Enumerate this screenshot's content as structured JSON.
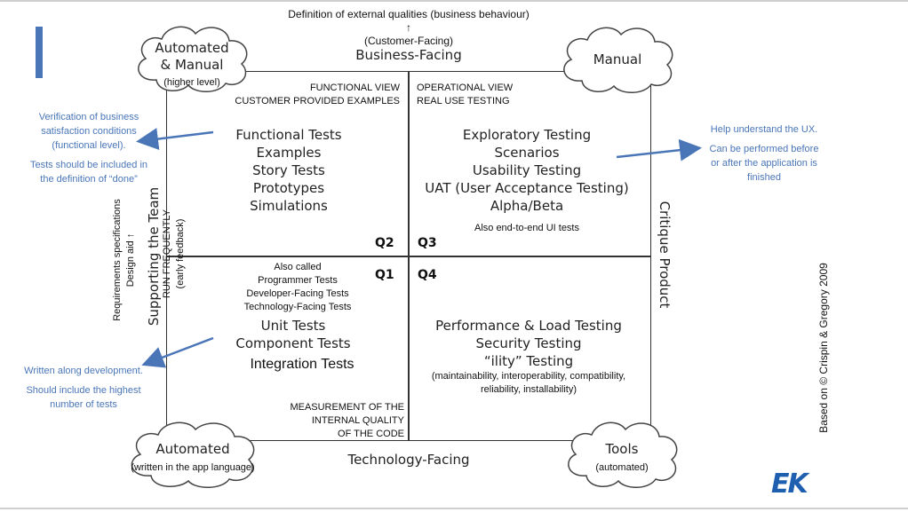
{
  "header": {
    "definition": "Definition of external qualities (business behaviour)",
    "arrow": "↑",
    "customer_facing": "(Customer-Facing)",
    "business_facing": "Business-Facing"
  },
  "clouds": {
    "top_left": {
      "title_line1": "Automated",
      "title_line2": "& Manual",
      "sub": "(higher level)"
    },
    "top_right": {
      "title": "Manual"
    },
    "bottom_left": {
      "title": "Automated",
      "sub": "(written in the app language)"
    },
    "bottom_right": {
      "title": "Tools",
      "sub": "(automated)"
    }
  },
  "q2": {
    "view_line1": "FUNCTIONAL VIEW",
    "view_line2": "CUSTOMER PROVIDED EXAMPLES",
    "items": [
      "Functional Tests",
      "Examples",
      "Story Tests",
      "Prototypes",
      "Simulations"
    ],
    "label": "Q2"
  },
  "q3": {
    "view_line1": "OPERATIONAL VIEW",
    "view_line2": "REAL USE TESTING",
    "items": [
      "Exploratory Testing",
      "Scenarios",
      "Usability Testing",
      "UAT (User Acceptance Testing)",
      "Alpha/Beta"
    ],
    "note": "Also end-to-end UI tests",
    "label": "Q3"
  },
  "q1": {
    "label": "Q1",
    "also_called": [
      "Also called",
      "Programmer Tests",
      "Developer-Facing Tests",
      "Technology-Facing Tests"
    ],
    "items": [
      "Unit Tests",
      "Component Tests"
    ],
    "integration": "Integration Tests",
    "measurement": [
      "MEASUREMENT OF THE",
      "INTERNAL QUALITY",
      "OF THE CODE"
    ]
  },
  "q4": {
    "label": "Q4",
    "items": [
      "Performance & Load Testing",
      "Security Testing",
      "“ility” Testing"
    ],
    "details": [
      "(maintainability, interoperability, compatibility,",
      "reliability, installability)"
    ]
  },
  "axes": {
    "supporting": "Supporting the Team",
    "critique": "Critique Product",
    "technology_facing": "Technology-Facing",
    "run_frequently": "RUN FREQUENTLY",
    "early_feedback": "(early feedback)",
    "requirements": "Requirements specifications",
    "design_aid": "Design aid",
    "side_arrow": "↑"
  },
  "notes": {
    "left_top": [
      "Verification of business",
      "satisfaction conditions",
      "(functional level).",
      "",
      "Tests should be included in",
      "the definition of “done”"
    ],
    "right": [
      "Help understand the UX.",
      "",
      "Can be performed before",
      "or after the application is",
      "finished"
    ],
    "left_bottom": [
      "Written along development.",
      "",
      "Should include the highest",
      "number of tests"
    ]
  },
  "credit": "Based on © Crispin & Gregory 2009",
  "logo": "EK",
  "colors": {
    "accent": "#4a76b8",
    "logo": "#1f5fb0"
  }
}
